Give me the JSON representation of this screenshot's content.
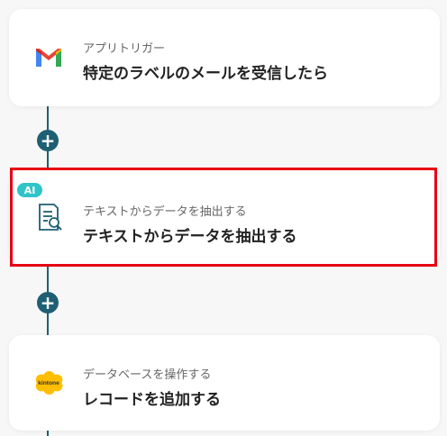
{
  "steps": [
    {
      "subtitle": "アプリトリガー",
      "title": "特定のラベルのメールを受信したら",
      "icon": "gmail-icon"
    },
    {
      "subtitle": "テキストからデータを抽出する",
      "title": "テキストからデータを抽出する",
      "icon": "document-search-icon",
      "badge": "AI"
    },
    {
      "subtitle": "データベースを操作する",
      "title": "レコードを追加する",
      "icon": "kintone-icon",
      "icon_text": "kintone"
    }
  ],
  "add_label": "+",
  "colors": {
    "connector": "#1f5f73",
    "highlight": "#e60012",
    "ai_badge": "#2fc5c8"
  }
}
